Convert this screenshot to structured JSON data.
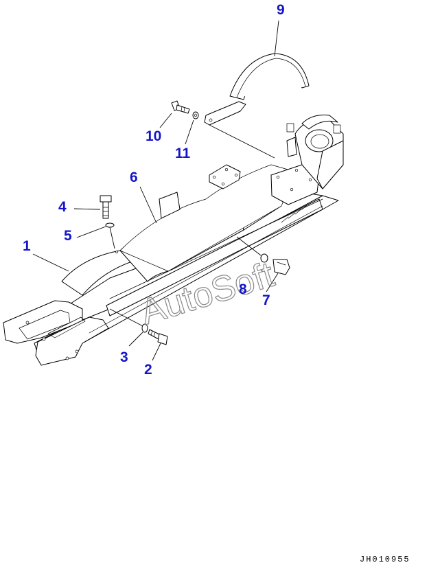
{
  "colors": {
    "callout": "#1414c8",
    "line": "#000000",
    "watermark": "#888888"
  },
  "callouts": {
    "c1": "1",
    "c2": "2",
    "c3": "3",
    "c4": "4",
    "c5": "5",
    "c6": "6",
    "c7": "7",
    "c8": "8",
    "c9": "9",
    "c10": "10",
    "c11": "11"
  },
  "watermark": "AutoSoft",
  "drawing_number": "JH010955"
}
